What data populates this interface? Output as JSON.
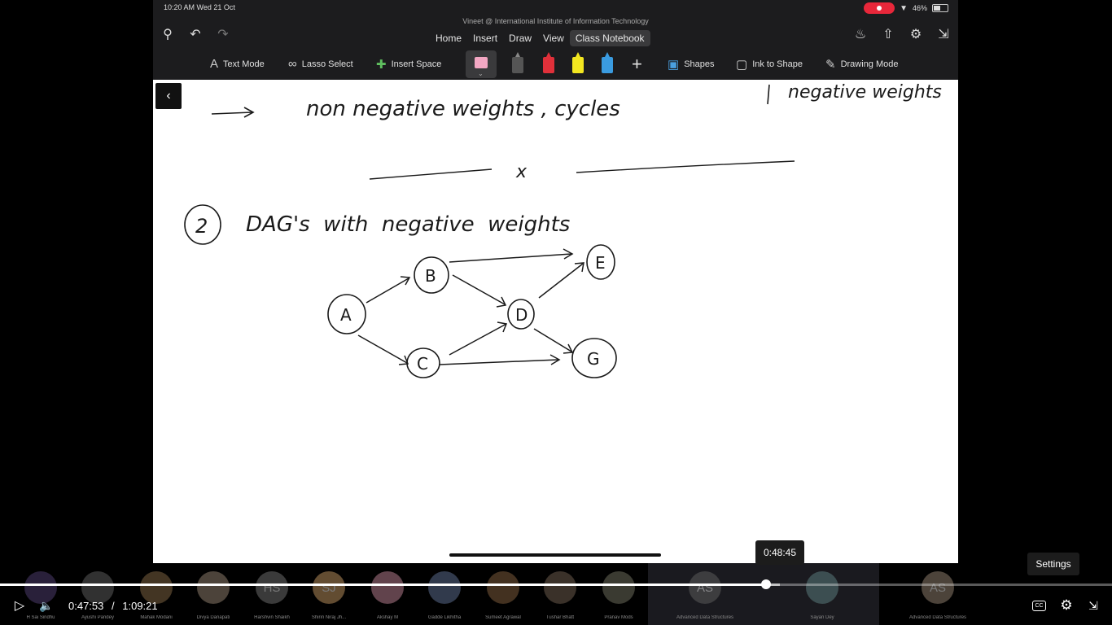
{
  "status": {
    "time": "10:20 AM  Wed 21 Oct",
    "battery": "46%",
    "meeting_title": "Vineet @ International Institute of Information Technology"
  },
  "tabs": [
    "Home",
    "Insert",
    "Draw",
    "View",
    "Class Notebook"
  ],
  "active_tab": "Class Notebook",
  "draw_tools": {
    "text_mode": "Text Mode",
    "lasso_select": "Lasso Select",
    "insert_space": "Insert Space",
    "shapes": "Shapes",
    "ink_to_shape": "Ink to Shape",
    "drawing_mode": "Drawing Mode",
    "pen_colors": [
      "#d9d9d9",
      "#555555",
      "#e0303a",
      "#f2e620",
      "#3a9be0"
    ]
  },
  "notes": {
    "line1": "non negative weights , cycles",
    "line1_right": "negative weights",
    "cross": "x",
    "item_number": "2",
    "heading": "DAG's  with  negative  weights"
  },
  "graph": {
    "nodes": [
      "A",
      "B",
      "C",
      "D",
      "E",
      "G"
    ],
    "edges": [
      [
        "A",
        "B"
      ],
      [
        "A",
        "C"
      ],
      [
        "B",
        "E"
      ],
      [
        "B",
        "D"
      ],
      [
        "C",
        "D"
      ],
      [
        "C",
        "G"
      ],
      [
        "D",
        "E"
      ],
      [
        "D",
        "G"
      ]
    ]
  },
  "participants": [
    {
      "initials": "",
      "name": "H Sai Sindhu"
    },
    {
      "initials": "",
      "name": "Ayushi Pandey"
    },
    {
      "initials": "",
      "name": "Mahak Modani"
    },
    {
      "initials": "",
      "name": "Divya Danapati"
    },
    {
      "initials": "HS",
      "name": "Harshvin Shaikh"
    },
    {
      "initials": "SJ",
      "name": "Shirin Niraj Jh..."
    },
    {
      "initials": "",
      "name": "Akshay M"
    },
    {
      "initials": "",
      "name": "Gadde Likhitha"
    },
    {
      "initials": "",
      "name": "Sumeet Agrawal"
    },
    {
      "initials": "",
      "name": "Tushar Bhatt"
    },
    {
      "initials": "",
      "name": "Pranav Mods"
    },
    {
      "initials": "AS",
      "name": "Advanced Data Structures & Algorit..."
    },
    {
      "initials": "",
      "name": "Sayan Dey"
    },
    {
      "initials": "AS",
      "name": "Advanced Data Structures & Algorit..."
    }
  ],
  "player": {
    "current_time": "0:47:53",
    "separator": "/",
    "duration": "1:09:21",
    "hover_time": "0:48:45",
    "settings_tooltip": "Settings",
    "progress_fraction": 0.689
  }
}
